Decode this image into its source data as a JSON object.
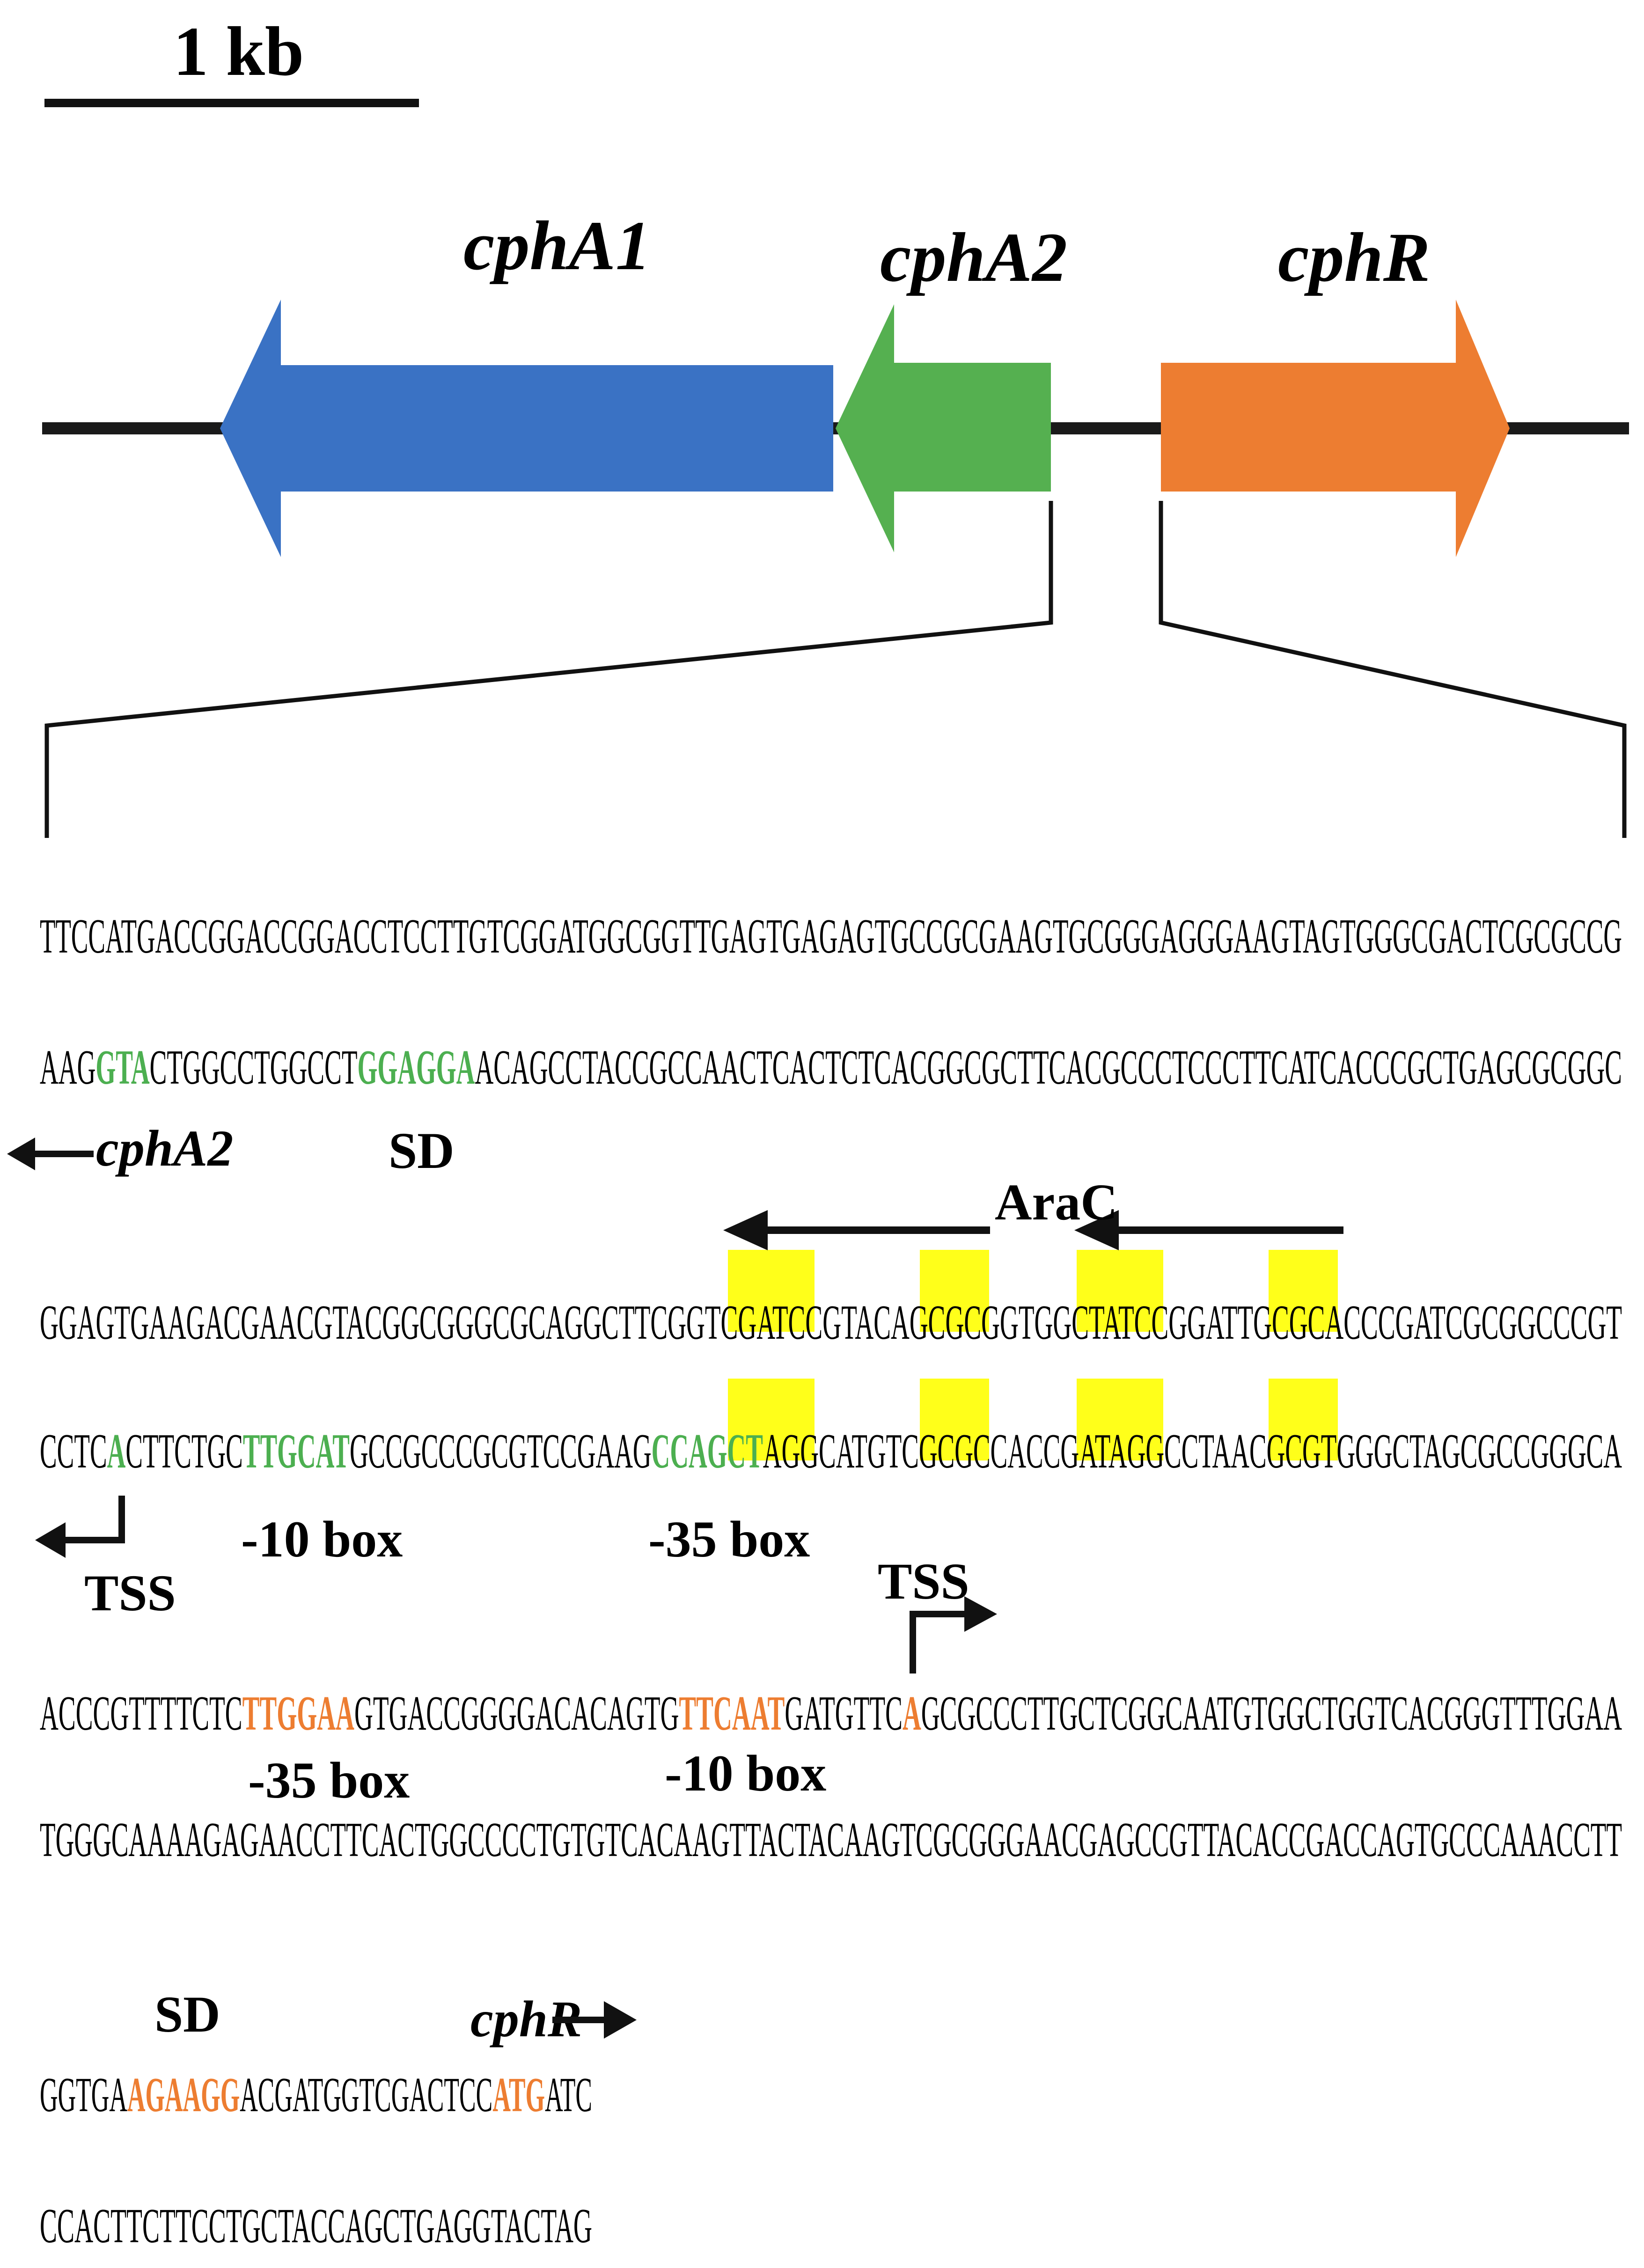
{
  "scale_bar": {
    "label": "1 kb"
  },
  "genes": [
    {
      "name": "cphA1",
      "color": "#3a72c4",
      "direction": "left"
    },
    {
      "name": "cphA2",
      "color": "#55b050",
      "direction": "left"
    },
    {
      "name": "cphR",
      "color": "#ed7d31",
      "direction": "right"
    }
  ],
  "colors": {
    "green_motif": "#4caf50",
    "orange_motif": "#ed7d31",
    "highlight": "#ffff1a",
    "backbone": "#1a1a1a"
  },
  "sequence": {
    "line1": "TTCCATGACCGGACCGGACCTCCTTGTCGGATGGCGGTTGAGTGAGAGTGCCGCGAAGTGCGGGAGGGAAGTAGTGGGCGACTCGCGCCG",
    "line2": {
      "p1": "AAG",
      "m1": "GTA",
      "p2": "CTGGCCTGGCCT",
      "m2": "GGAGGA",
      "p3": "ACAGCCTACCGCCAACTCACTCTCACGGCGCTTCACGCCCTCCCTTCATCACCCGCTGAGCGCGGC"
    },
    "line3": "GGAGTGAAGACGAACGTACGGCGGGCGCAGGCTTCGGTCGATCCGTACAGCGCGGTGGCTATCCGGATTGCGCACCCGATCGCGGCCCGT",
    "line4": {
      "p1": "CCTC",
      "m1": "A",
      "p2": "CTTCTGC",
      "m2": "TTGCAT",
      "p3": "GCCGCCCGCGTCCGAAG",
      "m3": "CCAGCT",
      "p4": "AGGCATGTCGCGCCACCGATAGGCCTAACGCGTGGGCTAGCGCCGGGCA"
    },
    "line5": {
      "p1": "ACCCGTTTTCTC",
      "m1": "TTGGAA",
      "p2": "GTGACCGGGGACACAGTG",
      "m2": "TTCAAT",
      "p3": "GATGTTC",
      "m3": "A",
      "p4": "GCGCCCTTGCTCGGCAATGTGGCTGGTCACGGGTTTGGAA"
    },
    "line6": "TGGGCAAAAGAGAACCTTCACTGGCCCCTGTGTCACAAGTTACTACAAGTCGCGGGAACGAGCCGTTACACCGACCAGTGCCCAAACCTT",
    "line7": {
      "p1": "GGTGA",
      "m1": "AGAAGG",
      "p2": "ACGATGGTCGACTCC",
      "m2": "ATG",
      "p3": "ATC"
    },
    "line8": "CCACTTCTTCCTGCTACCAGCTGAGGTACTAG"
  },
  "annotations": {
    "cphA2_arrow_label": "cphA2",
    "sd1": "SD",
    "arac": "AraC",
    "tss_left": "TSS",
    "minus10_left": "-10 box",
    "minus35_left": "-35 box",
    "tss_right": "TSS",
    "minus35_right": "-35 box",
    "minus10_right": "-10 box",
    "sd2": "SD",
    "cphR_arrow_label": "cphR"
  }
}
